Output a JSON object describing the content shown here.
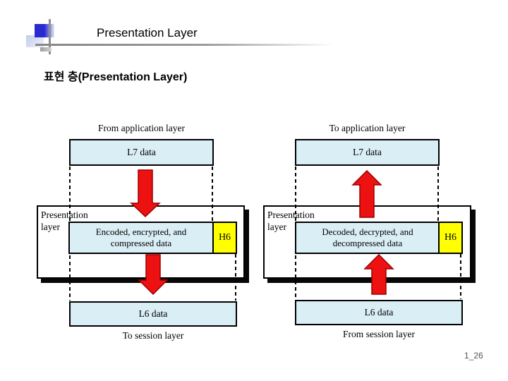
{
  "header": {
    "title": "Presentation Layer",
    "subtitle": "표현 층(Presentation Layer)"
  },
  "diagram": {
    "left": {
      "flow_direction": "down",
      "top_label": "From application layer",
      "top_box": "L7 data",
      "layer_label": "Presentation layer",
      "process_line1": "Encoded, encrypted, and",
      "process_line2": "compressed data",
      "header_box": "H6",
      "bottom_box": "L6 data",
      "bottom_label": "To session layer"
    },
    "right": {
      "flow_direction": "up",
      "top_label": "To application layer",
      "top_box": "L7 data",
      "layer_label": "Presentation layer",
      "process_line1": "Decoded, decrypted, and",
      "process_line2": "decompressed data",
      "header_box": "H6",
      "bottom_box": "L6 data",
      "bottom_label": "From session layer"
    }
  },
  "footer": {
    "page_number": "1_26"
  },
  "colors": {
    "box-fill": "#daeef6",
    "header-fill": "#ffff00",
    "arrow-red": "#ee1111",
    "arrow-dark": "#990000",
    "accent-blue": "#2a2ad0",
    "line-gray": "#8f8f8f"
  }
}
